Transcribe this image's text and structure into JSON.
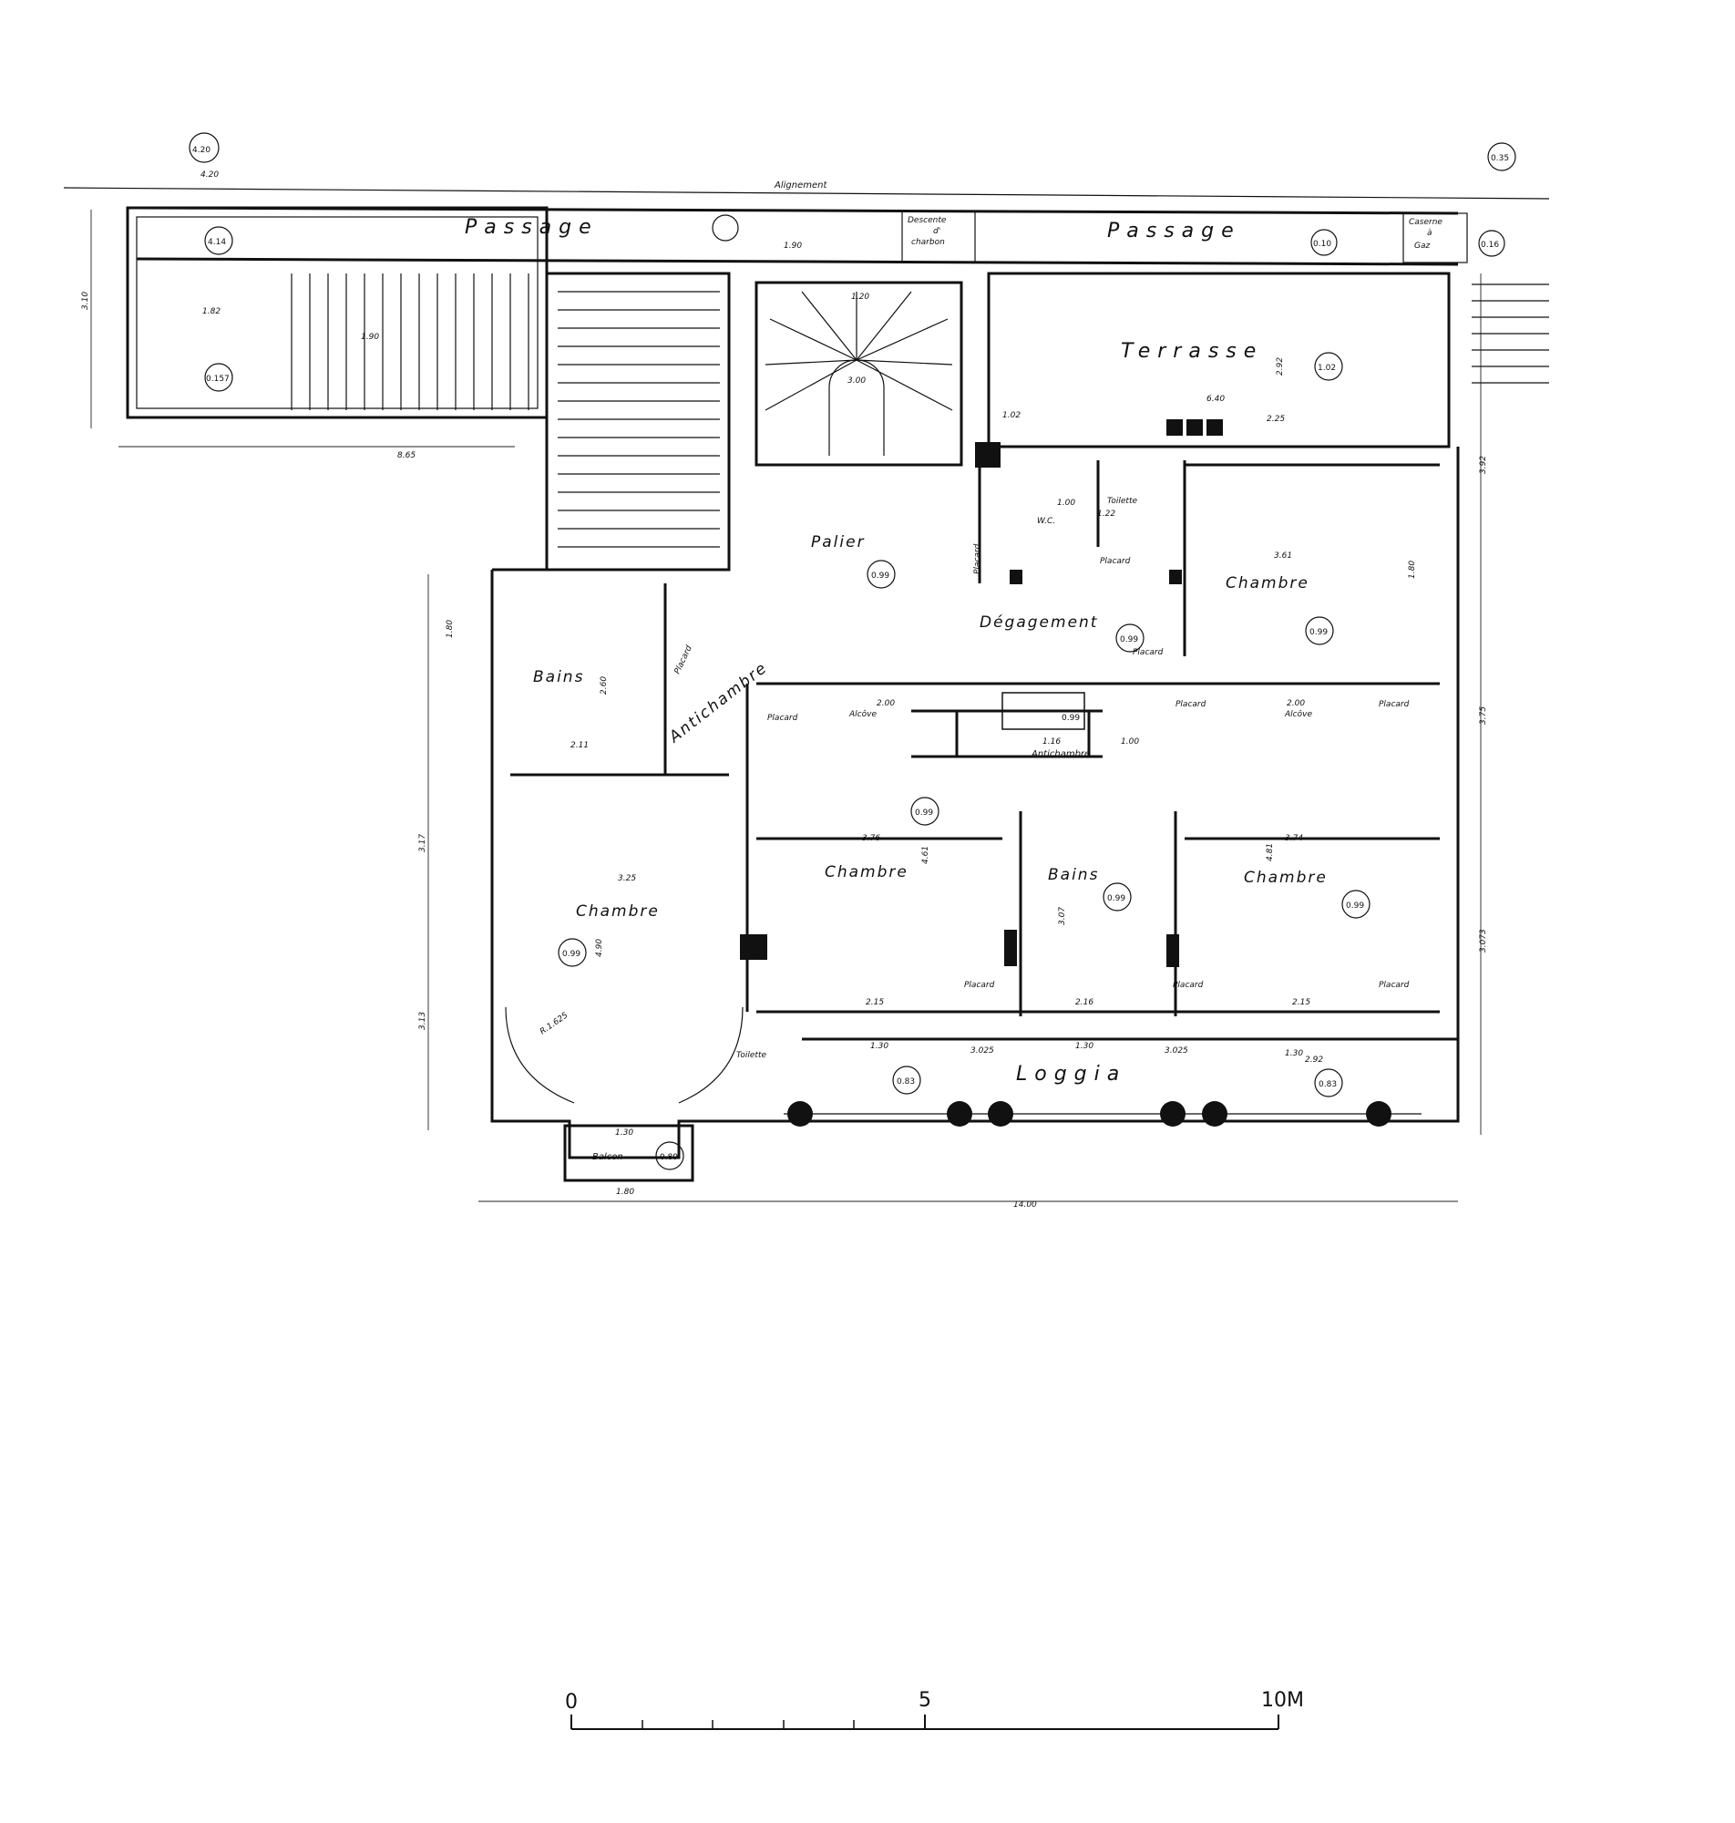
{
  "plan": {
    "top_label": "Alignement",
    "rooms": {
      "passage_left": "Passage",
      "passage_right": "Passage",
      "terrasse": "Terrasse",
      "palier": "Palier",
      "degagement": "Dégagement",
      "chambre_ne": "Chambre",
      "bains_w": "Bains",
      "antichambre_w": "Antichambre",
      "chambre_sw": "Chambre",
      "chambre_c": "Chambre",
      "bains_c": "Bains",
      "chambre_e": "Chambre",
      "antichambre_c": "Antichambre",
      "loggia": "Loggia",
      "balcon": "Balcon",
      "wc": "W.C.",
      "toilette_n": "Toilette",
      "toilette_s": "Toilette",
      "alcove_w": "Alcôve",
      "alcove_e": "Alcôve",
      "descente": "Descente",
      "descente_2": "d'",
      "descente_3": "charbon",
      "cabine_gaz": "Caserne",
      "cabine_gaz_2": "à",
      "cabine_gaz_3": "Gaz"
    },
    "placards": {
      "p1": "Placard",
      "p2": "Placard",
      "p3": "Placard",
      "p4": "Placard",
      "p5": "Placard",
      "p6": "Placard",
      "p7": "Placard",
      "p8": "Placard",
      "p9": "Placard",
      "p10": "Placard"
    },
    "levels": {
      "l1": "4.20",
      "l2": "0.35",
      "l3": "4.14",
      "l4": "0.157",
      "l5": "0.10",
      "l6": "0.16",
      "l7": "1.02",
      "l8": "0.99",
      "l9": "0.99",
      "l10": "0.99",
      "l11": "0.99",
      "l12": "0.99",
      "l13": "0.99",
      "l14": "0.99",
      "l15": "0.99",
      "l16": "0.83",
      "l17": "0.83",
      "l18": "0.89"
    },
    "dims": {
      "d1": "4.20",
      "d2": "1.90",
      "d3": "1.82",
      "d4": "1.90",
      "d5": "3.10",
      "d6": "8.65",
      "d7": "1.20",
      "d8": "3.00",
      "d9": "6.40",
      "d10": "1.02",
      "d11": "2.25",
      "d12": "3.61",
      "d13": "1.00",
      "d14": "1.22",
      "d15": "1.80",
      "d16": "2.60",
      "d17": "2.11",
      "d18": "3.25",
      "d19": "4.90",
      "d20": "3.76",
      "d21": "4.61",
      "d22": "2.00",
      "d23": "2.00",
      "d24": "1.16",
      "d25": "1.00",
      "d26": "3.74",
      "d27": "4.81",
      "d28": "2.15",
      "d29": "2.16",
      "d30": "2.15",
      "d31": "1.30",
      "d32": "3.025",
      "d33": "1.30",
      "d34": "3.025",
      "d35": "1.30",
      "d36": "1.30",
      "d37": "1.80",
      "d38": "14.00",
      "d39": "3.75",
      "d40": "3.92",
      "d41": "3.17",
      "d42": "3.13",
      "d43": "R.1.625",
      "d44": "3.073",
      "d45": "2.92",
      "d46": "1.80",
      "d47": "2.92",
      "d48": "3.07"
    }
  },
  "scale": {
    "label_0": "0",
    "label_5": "5",
    "label_10": "10M"
  }
}
